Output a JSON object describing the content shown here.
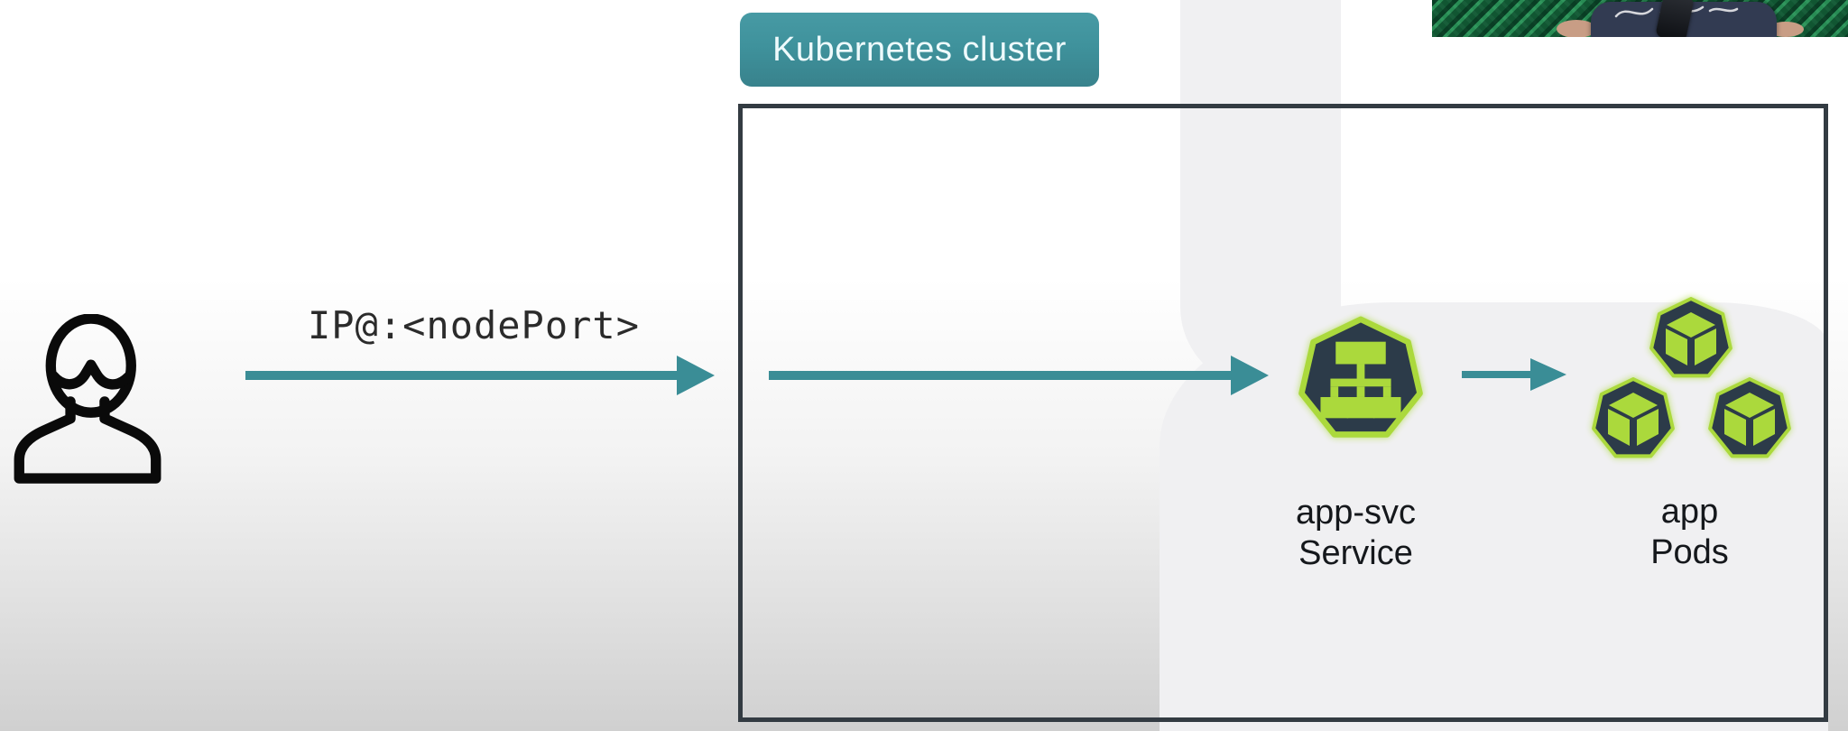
{
  "cluster": {
    "badge_label": "Kubernetes cluster"
  },
  "flow": {
    "request_label": "IP@:<nodePort>"
  },
  "service": {
    "line1": "app-svc",
    "line2": "Service"
  },
  "pods": {
    "line1": "app",
    "line2": "Pods",
    "count": 3
  },
  "icons": {
    "user": "user-icon",
    "service": "k8s-service-icon",
    "pod": "k8s-pod-icon",
    "arrows": [
      "arrow-user-to-cluster",
      "arrow-cluster-to-service",
      "arrow-service-to-pods"
    ],
    "webcam": "webcam-overlay",
    "microphone": "microphone-icon"
  },
  "colors": {
    "badge_teal": "#3f929c",
    "arrow_teal": "#3a8d96",
    "box_border_dark": "#333b42",
    "k8s_navy": "#2c3b49",
    "k8s_lime": "#abd93c",
    "label_text": "#15181c",
    "badge_text": "#eefafc",
    "foam_green": "#1e6f45",
    "shirt_navy": "#323b52",
    "watermark_gray": "#f0f0f2"
  }
}
